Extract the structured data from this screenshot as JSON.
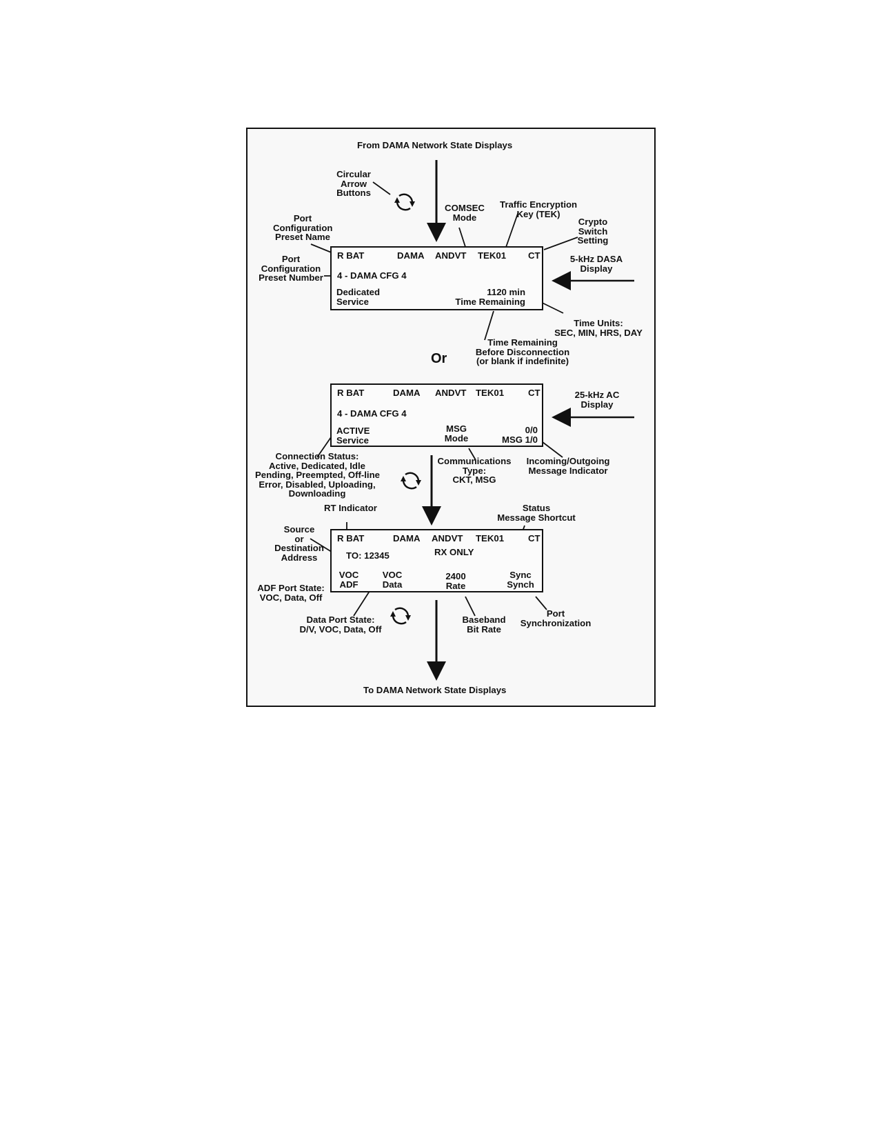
{
  "flow": {
    "top": "From DAMA Network State Displays",
    "bottom": "To DAMA Network State Displays",
    "or": "Or"
  },
  "callouts": {
    "circular_arrow_buttons": [
      "Circular",
      "Arrow",
      "Buttons"
    ],
    "comsec_mode": [
      "COMSEC",
      "Mode"
    ],
    "tek": [
      "Traffic Encryption",
      "Key (TEK)"
    ],
    "crypto_switch": [
      "Crypto",
      "Switch",
      "Setting"
    ],
    "preset_name": [
      "Port",
      "Configuration",
      "Preset Name"
    ],
    "preset_number": [
      "Port",
      "Configuration",
      "Preset Number"
    ],
    "dasa_5khz": [
      "5-kHz DASA",
      "Display"
    ],
    "time_units": [
      "Time Units:",
      "SEC, MIN, HRS, DAY"
    ],
    "time_remaining_before": [
      "Time Remaining",
      "Before Disconnection",
      "(or blank if indefinite)"
    ],
    "ac_25khz": [
      "25-kHz AC",
      "Display"
    ],
    "connection_status": [
      "Connection Status:",
      "Active, Dedicated, Idle",
      "Pending, Preempted, Off-line",
      "Error, Disabled, Uploading,",
      "Downloading"
    ],
    "comm_type": [
      "Communications",
      "Type:",
      "CKT, MSG"
    ],
    "msg_indicator": [
      "Incoming/Outgoing",
      "Message Indicator"
    ],
    "rt_indicator": "RT Indicator",
    "status_shortcut": [
      "Status",
      "Message Shortcut"
    ],
    "address": [
      "Source",
      "or",
      "Destination",
      "Address"
    ],
    "adf_state": [
      "ADF Port State:",
      "VOC, Data, Off"
    ],
    "data_port_state": [
      "Data Port State:",
      "D/V, VOC, Data, Off"
    ],
    "bit_rate": [
      "Baseband",
      "Bit Rate"
    ],
    "port_sync": [
      "Port",
      "Synchronization"
    ]
  },
  "screen1": {
    "rbat": "R BAT",
    "dama": "DAMA",
    "andvt": "ANDVT",
    "tek": "TEK01",
    "ct": "CT",
    "preset": "4 - DAMA CFG 4",
    "service": [
      "Dedicated",
      "Service"
    ],
    "time": [
      "1120 min",
      "Time Remaining"
    ]
  },
  "screen2": {
    "rbat": "R BAT",
    "dama": "DAMA",
    "andvt": "ANDVT",
    "tek": "TEK01",
    "ct": "CT",
    "preset": "4 - DAMA CFG 4",
    "service": [
      "ACTIVE",
      "Service"
    ],
    "mode": [
      "MSG",
      "Mode"
    ],
    "msg": [
      "0/0",
      "MSG 1/0"
    ]
  },
  "screen3": {
    "rbat": "R BAT",
    "dama": "DAMA",
    "andvt": "ANDVT",
    "tek": "TEK01",
    "ct": "CT",
    "to": "TO: 12345",
    "rx": "RX ONLY",
    "adf": [
      "VOC",
      "ADF"
    ],
    "data": [
      "VOC",
      "Data"
    ],
    "rate": [
      "2400",
      "Rate"
    ],
    "sync": [
      "Sync",
      "Synch"
    ]
  },
  "icons": [
    "circular-arrows-icon",
    "envelope-icon",
    "battery-icon",
    "arrow-down-icon",
    "arrow-left-icon"
  ]
}
